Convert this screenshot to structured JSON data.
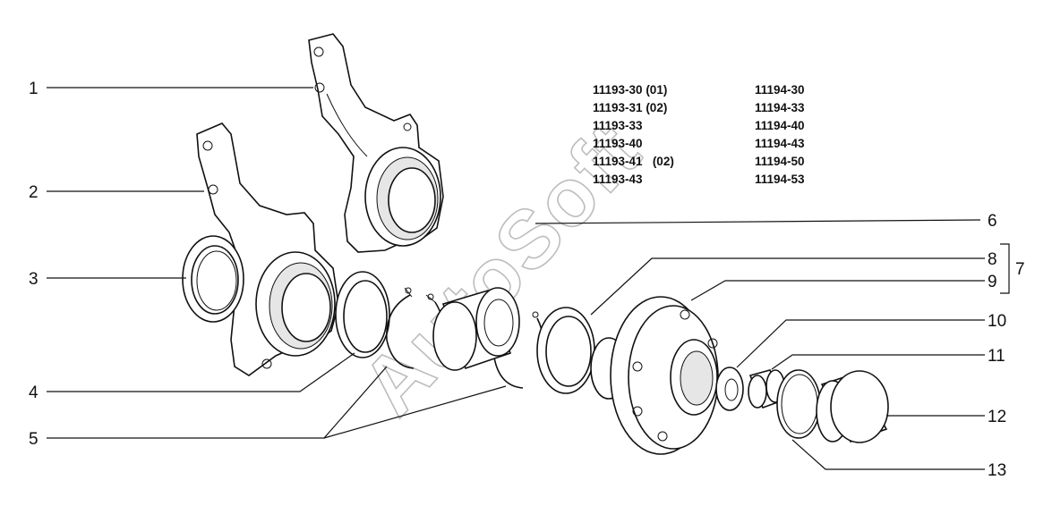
{
  "watermark": "AutoSoft",
  "callouts": [
    {
      "id": "1",
      "label": "1"
    },
    {
      "id": "2",
      "label": "2"
    },
    {
      "id": "3",
      "label": "3"
    },
    {
      "id": "4",
      "label": "4"
    },
    {
      "id": "5",
      "label": "5"
    },
    {
      "id": "6",
      "label": "6"
    },
    {
      "id": "7",
      "label": "7"
    },
    {
      "id": "8",
      "label": "8"
    },
    {
      "id": "9",
      "label": "9"
    },
    {
      "id": "10",
      "label": "10"
    },
    {
      "id": "11",
      "label": "11"
    },
    {
      "id": "12",
      "label": "12"
    },
    {
      "id": "13",
      "label": "13"
    }
  ],
  "model_codes": {
    "column_1": [
      "11193-30 (01)",
      "11193-31 (02)",
      "11193-33",
      "11193-40",
      "11193-41   (02)",
      "11193-43"
    ],
    "column_2": [
      "11194-30",
      "11194-33",
      "11194-40",
      "11194-43",
      "11194-50",
      "11194-53"
    ]
  }
}
